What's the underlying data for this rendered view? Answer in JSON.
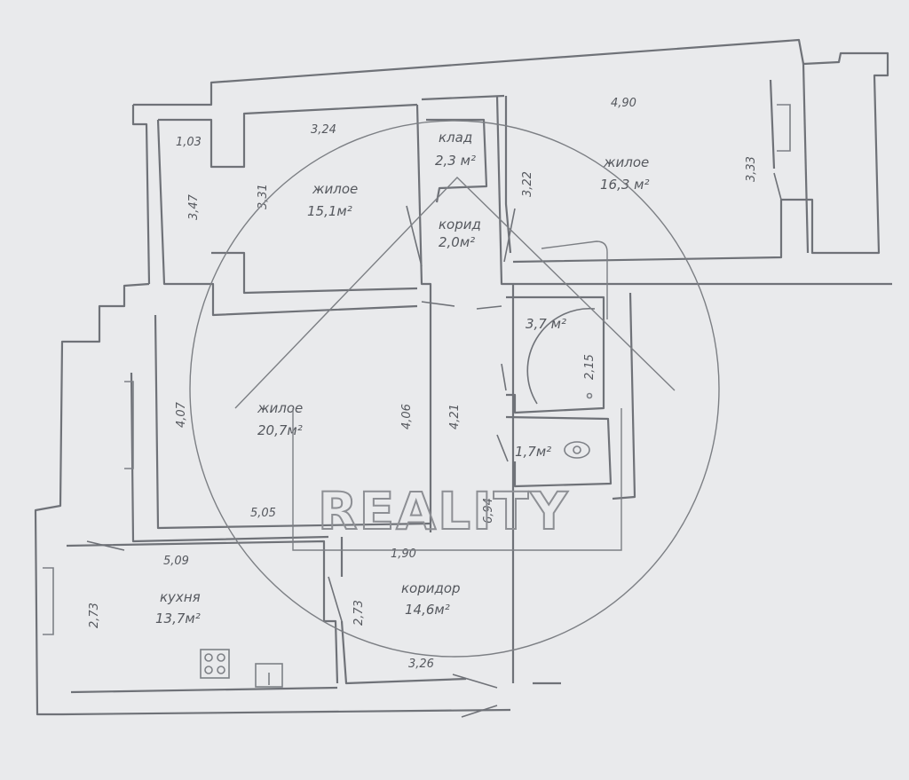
{
  "watermark": {
    "brand": "REALITY"
  },
  "rooms": [
    {
      "name": "жилое",
      "area": "15,1м²"
    },
    {
      "name": "клад",
      "area": "2,3 м²"
    },
    {
      "name": "жилое",
      "area": "16,3 м²"
    },
    {
      "name": "корид",
      "area": "2,0м²"
    },
    {
      "name": "жилое",
      "area": "20,7м²"
    },
    {
      "name": "",
      "area": "3,7 м²"
    },
    {
      "name": "",
      "area": "1,7м²"
    },
    {
      "name": "кухня",
      "area": "13,7м²"
    },
    {
      "name": "коридор",
      "area": "14,6м²"
    }
  ],
  "dimensions": [
    "1,03",
    "3,24",
    "4,90",
    "3,47",
    "3,31",
    "3,22",
    "3,33",
    "4,07",
    "4,06",
    "4,21",
    "2,15",
    "5,05",
    "6,94",
    "5,09",
    "1,90",
    "2,73",
    "2,73",
    "3,26"
  ]
}
